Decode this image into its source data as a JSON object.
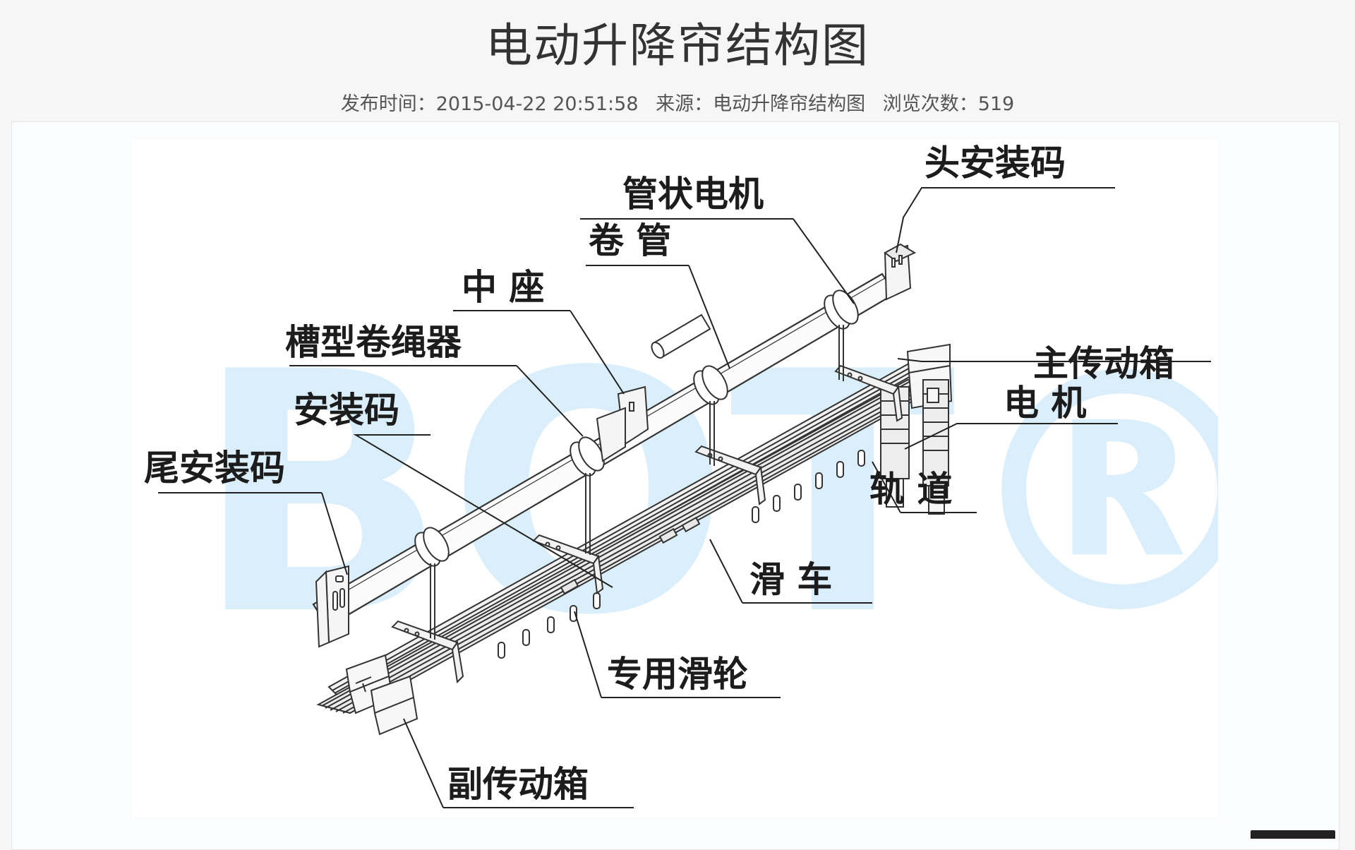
{
  "page": {
    "title": "电动升降帘结构图",
    "meta": {
      "publish": "发布时间：2015-04-22 20:51:58",
      "source": "来源：电动升降帘结构图",
      "views": "浏览次数：519"
    }
  },
  "figure": {
    "watermark": "BOT®",
    "labels": {
      "head_bracket": "头安装码",
      "tubular_motor": "管状电机",
      "roller_tube": "卷 管",
      "middle_seat": "中 座",
      "groove_winder": "槽型卷绳器",
      "bracket": "安装码",
      "tail_bracket": "尾安装码",
      "main_gearbox": "主传动箱",
      "motor": "电 机",
      "track": "轨 道",
      "slider": "滑 车",
      "pulley": "专用滑轮",
      "sub_gearbox": "副传动箱"
    }
  }
}
